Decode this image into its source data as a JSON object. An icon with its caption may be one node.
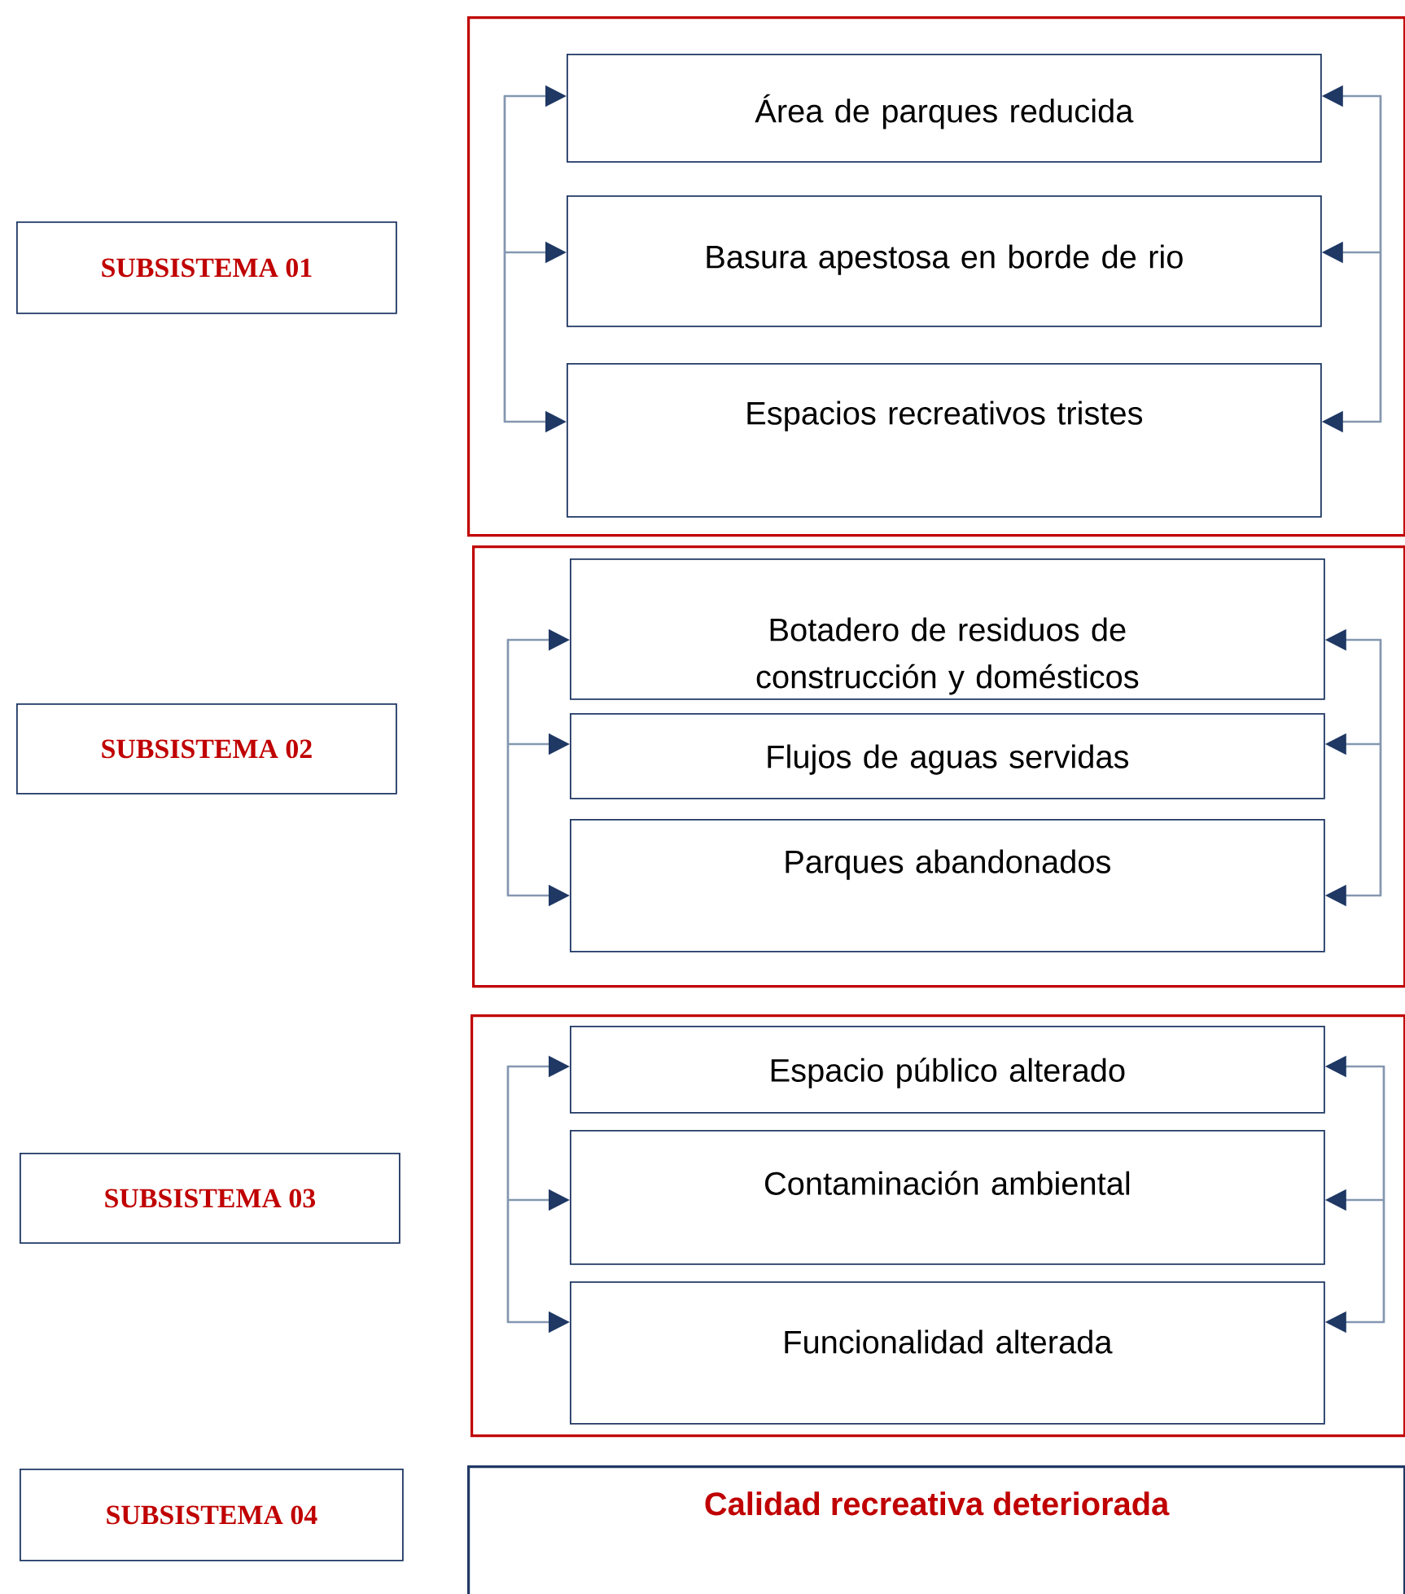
{
  "diagram": {
    "nodes": [
      {
        "text": [
          "SUBSISTEMA 01"
        ]
      },
      {
        "text": [],
        "shape": "box"
      },
      {
        "text": [
          "Área de parques reducida"
        ],
        "in": 1
      },
      {
        "text": [
          "Basura apestosa en borde de rio"
        ],
        "in": 1
      },
      {
        "text": [
          "Espacios recreativos tristes"
        ],
        "in": 1
      },
      {
        "text": [
          "SUBSISTEMA 02"
        ]
      },
      {
        "text": [],
        "shape": "box"
      },
      {
        "text": [
          "Botadero de residuos de construcción y domésticos"
        ],
        "in": 6
      },
      {
        "text": [
          "Flujos de aguas servidas"
        ],
        "in": 6
      },
      {
        "text": [
          "Parques abandonados"
        ],
        "in": 6
      },
      {
        "text": [
          "SUBSISTEMA 03"
        ]
      },
      {
        "text": [],
        "shape": "box"
      },
      {
        "text": [
          "Espacio público alterado"
        ],
        "in": 11
      },
      {
        "text": [
          "Contaminación ambiental"
        ],
        "in": 11
      },
      {
        "text": [
          "Funcionalidad alterada"
        ],
        "in": 11
      },
      {
        "text": [
          "SUBSISTEMA 04"
        ]
      },
      {
        "text": [
          "Calidad recreativa deteriorada"
        ]
      }
    ],
    "edges": [
      {
        "from": null,
        "to": 2,
        "arrow": "to"
      },
      {
        "from": null,
        "to": 3,
        "arrow": "to"
      },
      {
        "from": null,
        "to": 4,
        "arrow": "to"
      },
      {
        "from": null,
        "to": 2,
        "arrow": "to"
      },
      {
        "from": null,
        "to": 3,
        "arrow": "to"
      },
      {
        "from": null,
        "to": 4,
        "arrow": "to"
      },
      {
        "from": null,
        "to": 7,
        "arrow": "to"
      },
      {
        "from": null,
        "to": 8,
        "arrow": "to"
      },
      {
        "from": null,
        "to": 9,
        "arrow": "to"
      },
      {
        "from": null,
        "to": 7,
        "arrow": "to"
      },
      {
        "from": null,
        "to": 8,
        "arrow": "to"
      },
      {
        "from": null,
        "to": 9,
        "arrow": "to"
      },
      {
        "from": null,
        "to": 12,
        "arrow": "to"
      },
      {
        "from": null,
        "to": 13,
        "arrow": "to"
      },
      {
        "from": null,
        "to": 14,
        "arrow": "to"
      },
      {
        "from": null,
        "to": 12,
        "arrow": "to"
      },
      {
        "from": null,
        "to": 13,
        "arrow": "to"
      },
      {
        "from": null,
        "to": 14,
        "arrow": "to"
      }
    ]
  }
}
